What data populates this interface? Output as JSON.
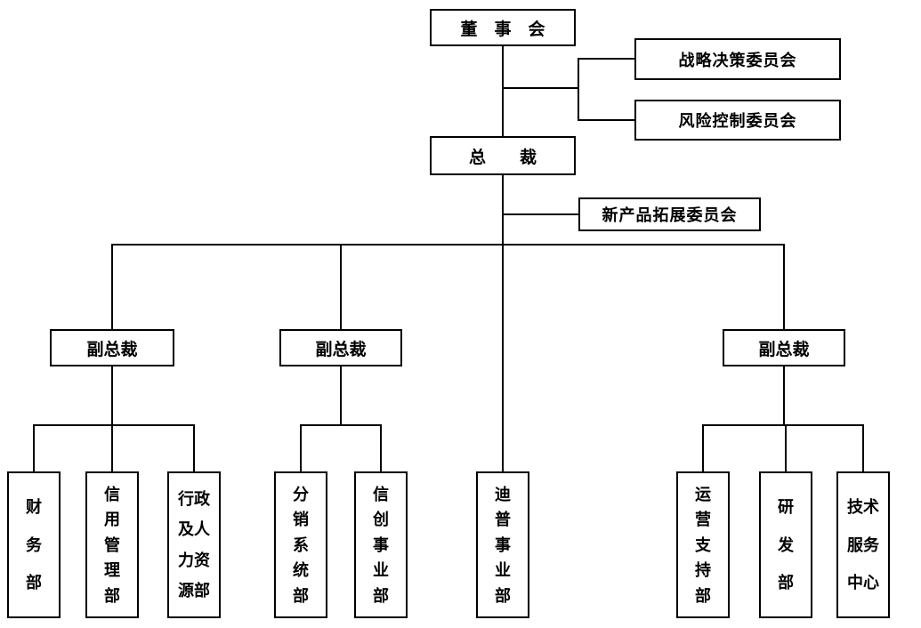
{
  "chart": {
    "background": "#ffffff",
    "line_color": "#000000",
    "board": {
      "label": "董　事　会"
    },
    "president": {
      "label": "总　　裁"
    },
    "committees": {
      "strategic": {
        "label": "战略决策委员会"
      },
      "risk": {
        "label": "风险控制委员会"
      },
      "new_product": {
        "label": "新产品拓展委员会"
      }
    },
    "vps": {
      "left": {
        "label": "副总裁"
      },
      "middle": {
        "label": "副总裁"
      },
      "right": {
        "label": "副总裁"
      }
    },
    "departments": {
      "finance": {
        "lines": [
          "财",
          "务",
          "部"
        ]
      },
      "credit": {
        "lines": [
          "信",
          "用",
          "管",
          "理",
          "部"
        ]
      },
      "admin_hr": {
        "lines": [
          "行政",
          "及人",
          "力资",
          "源部"
        ]
      },
      "distribution": {
        "lines": [
          "分",
          "销",
          "系",
          "统",
          "部"
        ]
      },
      "xinchuang": {
        "lines": [
          "信",
          "创",
          "事",
          "业",
          "部"
        ]
      },
      "dipu": {
        "lines": [
          "迪",
          "普",
          "事",
          "业",
          "部"
        ]
      },
      "ops_support": {
        "lines": [
          "运",
          "营",
          "支",
          "持",
          "部"
        ]
      },
      "rnd": {
        "lines": [
          "研",
          "发",
          "部"
        ]
      },
      "tech_service": {
        "lines": [
          "技术",
          "服务",
          "中心"
        ]
      }
    }
  }
}
